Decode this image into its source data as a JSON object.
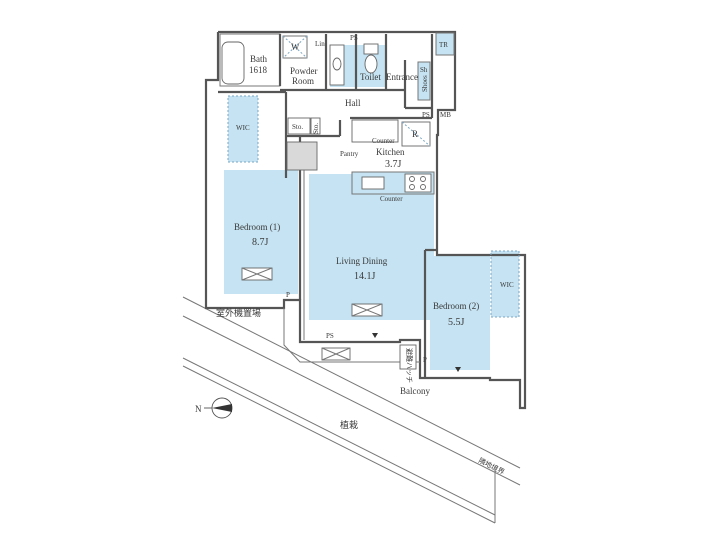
{
  "rooms": {
    "bath_label": "Bath",
    "bath_size": "1618",
    "powder_room_label_1": "Powder",
    "powder_room_label_2": "Room",
    "w_label": "W",
    "lin_label": "Lin",
    "ps_label": "PS",
    "toilet_label": "Toilet",
    "entrance_label": "Entrance",
    "tr_label": "TR",
    "shoes_label": "Shoes",
    "sh_label": "Sh",
    "ps2_label": "PS",
    "mb_label": "MB",
    "hall_label": "Hall",
    "wic1_label": "WIC",
    "sto_label": "Sto.",
    "sto2_label": "Sto.",
    "kitchen_label": "Kitchen",
    "kitchen_size": "3.7J",
    "pantry_label": "Pantry",
    "counter1_label": "Counter",
    "counter2_label": "Counter",
    "r_label": "R",
    "bedroom1_label": "Bedroom (1)",
    "bedroom1_size": "8.7J",
    "living_label": "Living Dining",
    "living_size": "14.1J",
    "bedroom2_label": "Bedroom (2)",
    "bedroom2_size": "5.5J",
    "wic2_label": "WIC",
    "p1_label": "P",
    "p2_label": "P",
    "ps3_label": "PS",
    "outdoor_unit_label": "室外機置場",
    "hatch_label": "避難ハッチ",
    "balcony_label": "Balcony",
    "planting_label": "植栽",
    "neighbor_label": "隣地境界",
    "north_label": "N"
  }
}
